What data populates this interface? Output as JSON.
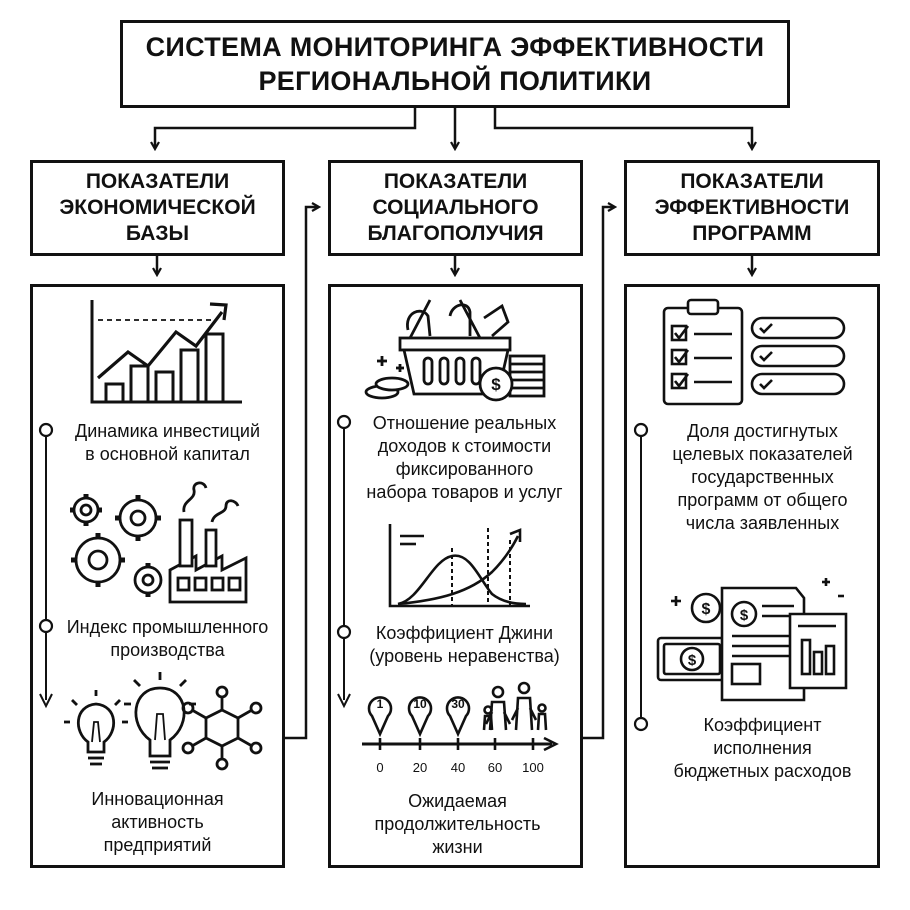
{
  "title": {
    "line1": "СИСТЕМА МОНИТОРИНГА ЭФФЕКТИВНОСТИ",
    "line2": "РЕГИОНАЛЬНОЙ ПОЛИТИКИ"
  },
  "columns": [
    {
      "header": [
        "ПОКАЗАТЕЛИ",
        "ЭКОНОМИЧЕСКОЙ",
        "БАЗЫ"
      ],
      "items": [
        {
          "lines": [
            "Динамика инвестиций",
            "в основной капитал"
          ],
          "icon": "bar-chart-growth-icon"
        },
        {
          "lines": [
            "Индекс промышленного",
            "производства"
          ],
          "icon": "factory-gears-icon"
        },
        {
          "lines": [
            "Инновационная",
            "активность",
            "предприятий"
          ],
          "icon": "lightbulb-network-icon"
        }
      ]
    },
    {
      "header": [
        "ПОКАЗАТЕЛИ",
        "СОЦИАЛЬНОГО",
        "БЛАГОПОЛУЧИЯ"
      ],
      "items": [
        {
          "lines": [
            "Отношение реальных",
            "доходов к стоимости",
            "фиксированного",
            "набора товаров и услуг"
          ],
          "icon": "shopping-basket-coins-icon"
        },
        {
          "lines": [
            "Коэффициент Джини",
            "(уровень неравенства)"
          ],
          "icon": "distribution-curve-icon"
        },
        {
          "lines": [
            "Ожидаемая",
            "продолжительность",
            "жизни"
          ],
          "icon": "family-timeline-icon"
        }
      ],
      "timeline": {
        "markers": [
          "1",
          "10",
          "30"
        ],
        "ticks": [
          "0",
          "20",
          "40",
          "60",
          "100"
        ]
      }
    },
    {
      "header": [
        "ПОКАЗАТЕЛИ",
        "ЭФФЕКТИВНОСТИ",
        "ПРОГРАММ"
      ],
      "items": [
        {
          "lines": [
            "Доля достигнутых",
            "целевых показателей",
            "государственных",
            "программ от общего",
            "числа заявленных"
          ],
          "icon": "checklist-clipboard-icon"
        },
        {
          "lines": [
            "Коэффициент",
            "исполнения",
            "бюджетных расходов"
          ],
          "icon": "budget-documents-icon"
        }
      ]
    }
  ]
}
